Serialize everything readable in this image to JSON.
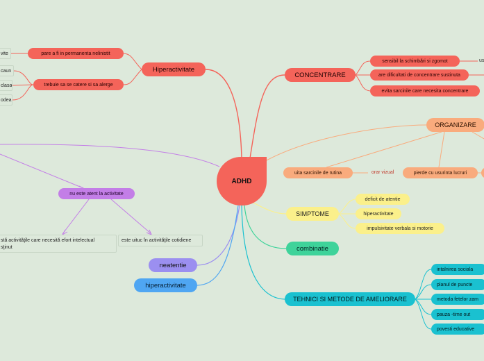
{
  "center": "ADHD",
  "hiperactivitate_branch": {
    "title": "Hiperactivitate",
    "child1": "pare a fi  in permanenta nelinistit",
    "child1_leaf": "vite",
    "child2": "trebuie sa se catere si sa alerge",
    "child2_leaves": [
      "caun",
      "clasa",
      "odea"
    ]
  },
  "concentrare_branch": {
    "title": "CONCENTRARE",
    "items": [
      "sensibil la schimbări  si zgomot",
      "are dificultati de concentrare sustinuta",
      "evita sarcinile care necesita concentrare"
    ],
    "item1_leaf": "us"
  },
  "organizare_branch": {
    "title": "ORGANIZARE",
    "child1": "uita sarcinile de rutina",
    "child1_note": "orar vizual",
    "child2": "pierde cu usurinta lucruri"
  },
  "simptome_branch": {
    "title": "SIMPTOME",
    "items": [
      "deficit de atentie",
      "hiperactivitate",
      "impulsivitate verbala si motorie"
    ]
  },
  "combinatie": "combinatie",
  "tehnici_branch": {
    "title": "TEHNICI SI METODE DE AMELIORARE",
    "items": [
      "intalnirea sociala",
      "planul de puncte",
      "metoda fetelor zam",
      "pauza -time out",
      "povesti educative"
    ]
  },
  "neatentie_branch": {
    "title": "neatentie",
    "child": "nu este atent la activitate",
    "leaf1_line1": "stă activităţile care necesită efort intelectual",
    "leaf1_line2": "sţinut",
    "leaf2": "este uituc în activităţile cotidiene"
  },
  "hiperactivitate_lower": "hiperactivitate",
  "colors": {
    "background": "#dde9db",
    "red": "#f4645a",
    "orange": "#f9ab7d",
    "yellow": "#fbf08b",
    "green": "#3ed39a",
    "cyan": "#1ac1d0",
    "purple": "#9b8ff0",
    "blue": "#4fa6f2",
    "violet": "#c37ee7"
  }
}
